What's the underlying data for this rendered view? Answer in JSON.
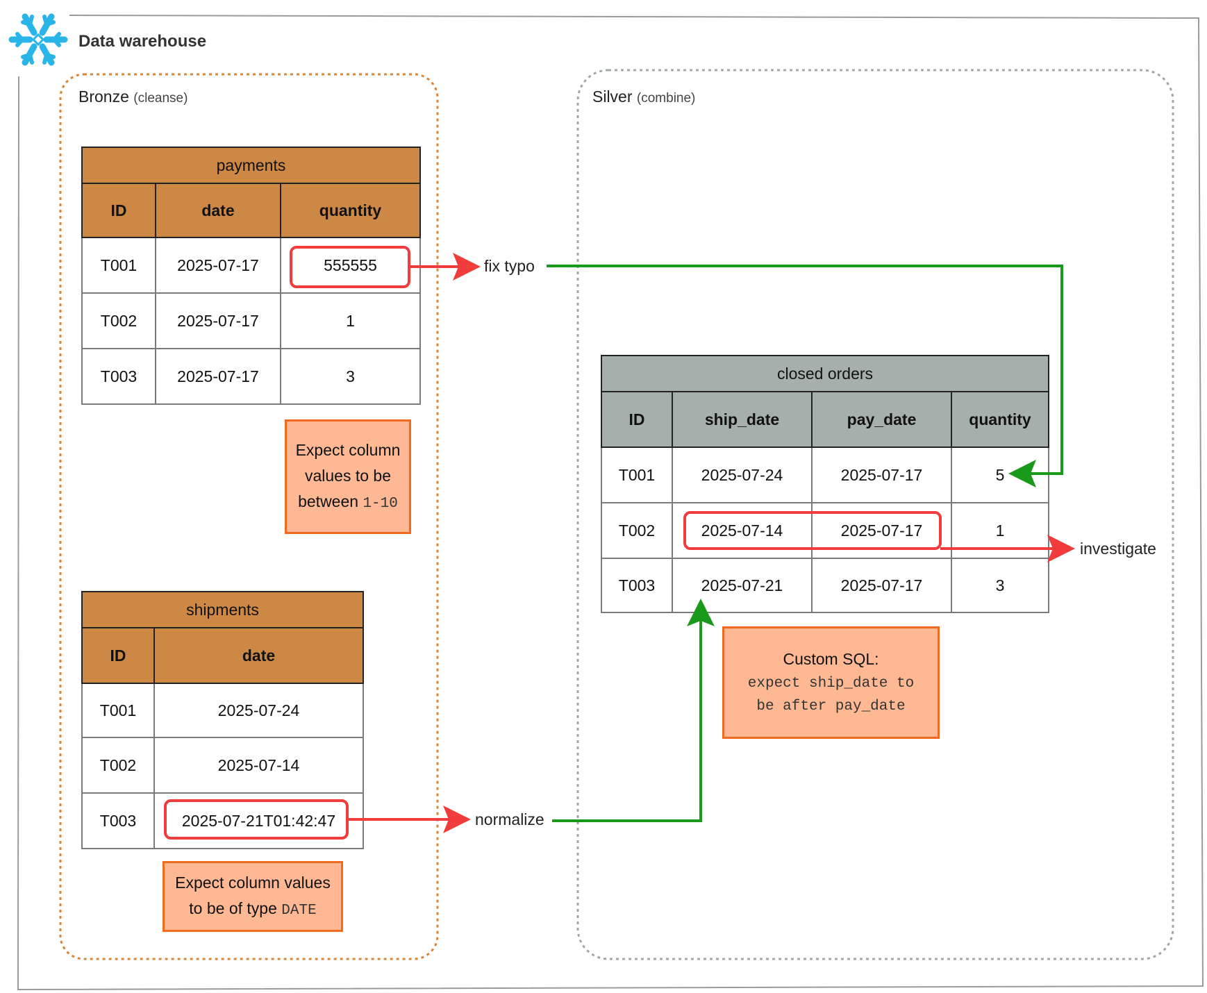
{
  "warehouse": {
    "title": "Data warehouse",
    "logo_icon": "snowflake-icon",
    "logo_color": "#29b5e8"
  },
  "bronze": {
    "title": "Bronze",
    "subtitle": "(cleanse)",
    "border_color": "#d9843b",
    "payments": {
      "name": "payments",
      "columns": [
        "ID",
        "date",
        "quantity"
      ],
      "rows": [
        [
          "T001",
          "2025-07-17",
          "555555"
        ],
        [
          "T002",
          "2025-07-17",
          "1"
        ],
        [
          "T003",
          "2025-07-17",
          "3"
        ]
      ]
    },
    "payments_note": {
      "line1": "Expect column",
      "line2": "values to be",
      "line3_text": "between",
      "line3_code": "1-10"
    },
    "shipments": {
      "name": "shipments",
      "columns": [
        "ID",
        "date"
      ],
      "rows": [
        [
          "T001",
          "2025-07-24"
        ],
        [
          "T002",
          "2025-07-14"
        ],
        [
          "T003",
          "2025-07-21T01:42:47"
        ]
      ]
    },
    "shipments_note": {
      "line1": "Expect column values",
      "line2_text": "to be of type",
      "line2_code": "DATE"
    }
  },
  "silver": {
    "title": "Silver",
    "subtitle": "(combine)",
    "border_color": "#a0a8a6",
    "closed_orders": {
      "name": "closed orders",
      "columns": [
        "ID",
        "ship_date",
        "pay_date",
        "quantity"
      ],
      "rows": [
        [
          "T001",
          "2025-07-24",
          "2025-07-17",
          "5"
        ],
        [
          "T002",
          "2025-07-14",
          "2025-07-17",
          "1"
        ],
        [
          "T003",
          "2025-07-21",
          "2025-07-17",
          "3"
        ]
      ]
    },
    "sql_note": {
      "title": "Custom SQL:",
      "code1": "expect ship_date to",
      "code2": "be after pay_date"
    }
  },
  "actions": {
    "fix": "fix typo",
    "normalize": "normalize",
    "investigate": "investigate"
  },
  "colors": {
    "error": "#f03c3c",
    "fix_arrow": "#1a9a1a",
    "note_fill": "#ffb894",
    "note_border": "#f26a1f"
  }
}
